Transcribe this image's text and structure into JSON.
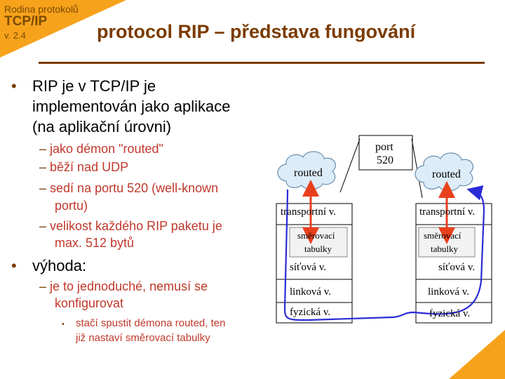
{
  "header": {
    "family": "Rodina protokolů",
    "protocol": "TCP/IP",
    "version": "v. 2.4",
    "title": "protocol RIP – představa fungování"
  },
  "bullets": {
    "b1_line1": "RIP je v TCP/IP je",
    "b1_line2": "implementován jako aplikace",
    "b1_line3": "(na aplikační úrovni)",
    "sub1": "jako démon \"routed\"",
    "sub2": "běží nad UDP",
    "sub3_line1": "sedí na portu 520 (well-known",
    "sub3_line2": "portu)",
    "sub4_line1": "velikost každého RIP paketu je",
    "sub4_line2": "max. 512 bytů",
    "b2": "výhoda:",
    "sub5_line1": "je to jednoduché, nemusí se",
    "sub5_line2": "konfigurovat",
    "subsub_line1": "stačí spustit démona routed, ten",
    "subsub_line2": "již nastaví směrovací tabulky"
  },
  "diagram": {
    "port_line1": "port",
    "port_line2": "520",
    "left_cloud": "routed",
    "right_cloud": "routed",
    "left_transport": "transportní v.",
    "right_transport": "transportní v.",
    "left_table_line1": "směrovací",
    "left_table_line2": "tabulky",
    "right_table_line1": "směrovací",
    "right_table_line2": "tabulky",
    "left_network": "síťová v.",
    "right_network": "síťová v.",
    "left_link": "linková v.",
    "right_link": "linková v.",
    "left_physical": "fyzická v.",
    "right_physical": "fyzická v."
  },
  "colors": {
    "corner": "#f7a21b",
    "title": "#7a3b00",
    "subtext": "#c0392b",
    "arrow_red": "#e8401c",
    "path_blue": "#2b2bd6"
  }
}
